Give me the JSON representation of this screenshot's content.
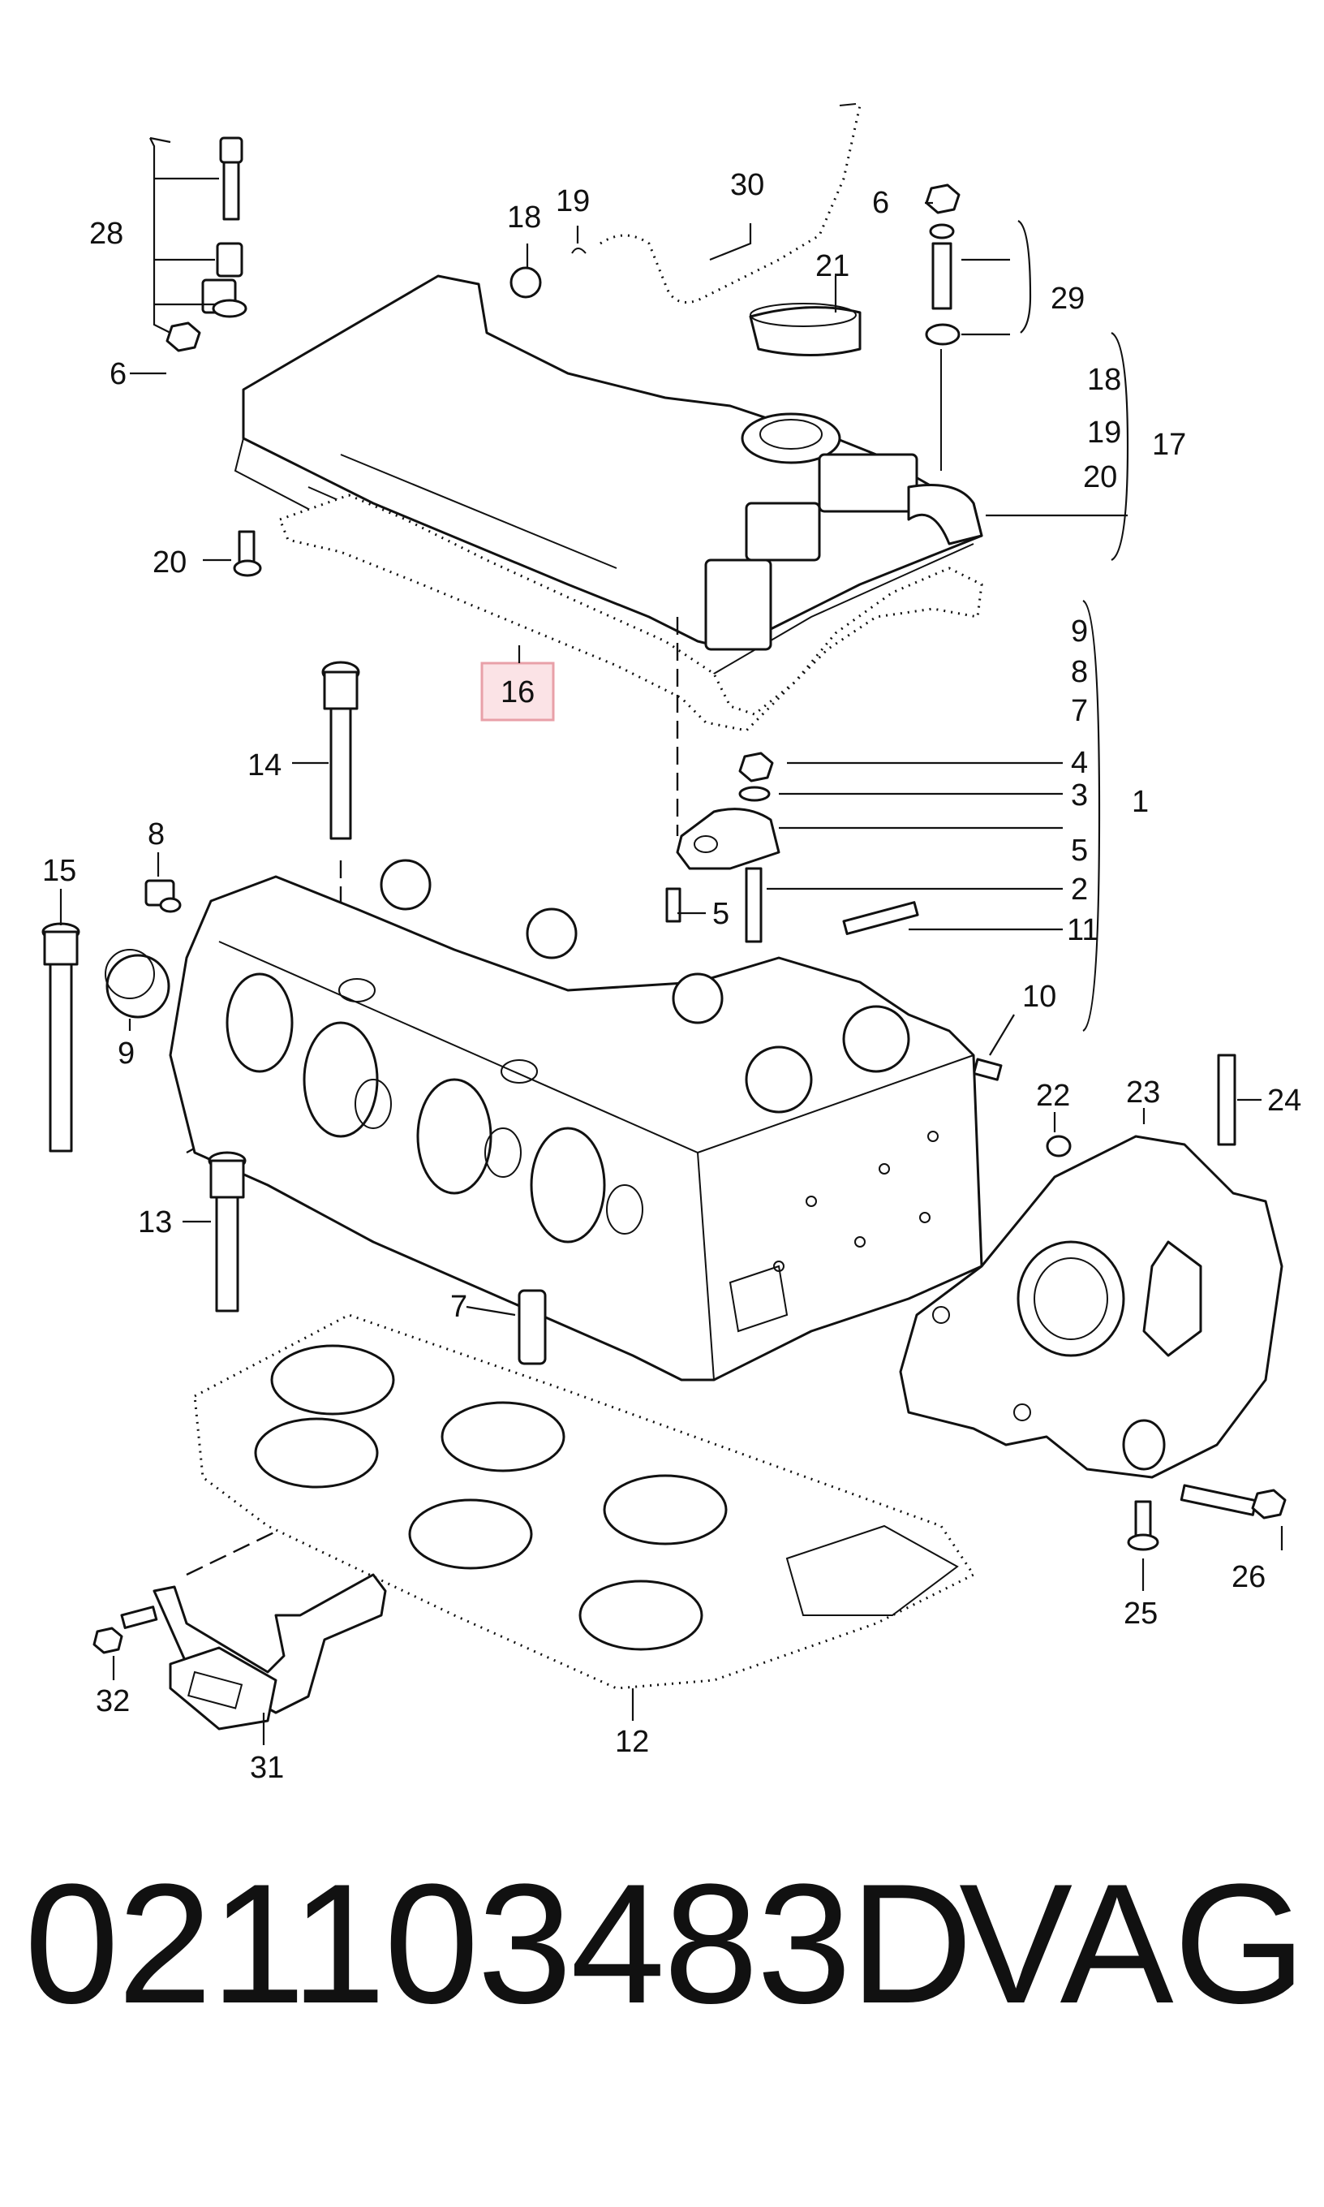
{
  "diagram": {
    "callouts": [
      "28",
      "6",
      "18",
      "19",
      "30",
      "6",
      "21",
      "29",
      "18",
      "19",
      "20",
      "17",
      "20",
      "16",
      "9",
      "8",
      "7",
      "4",
      "3",
      "1",
      "14",
      "5",
      "2",
      "15",
      "8",
      "5",
      "11",
      "10",
      "9",
      "22",
      "23",
      "24",
      "13",
      "7",
      "26",
      "25",
      "32",
      "31",
      "12"
    ]
  },
  "footer": {
    "part_number": "021103483D",
    "brand": "VAG"
  },
  "colors": {
    "highlight_border": "#e8a0a8",
    "highlight_fill": "#fbe3e6"
  }
}
